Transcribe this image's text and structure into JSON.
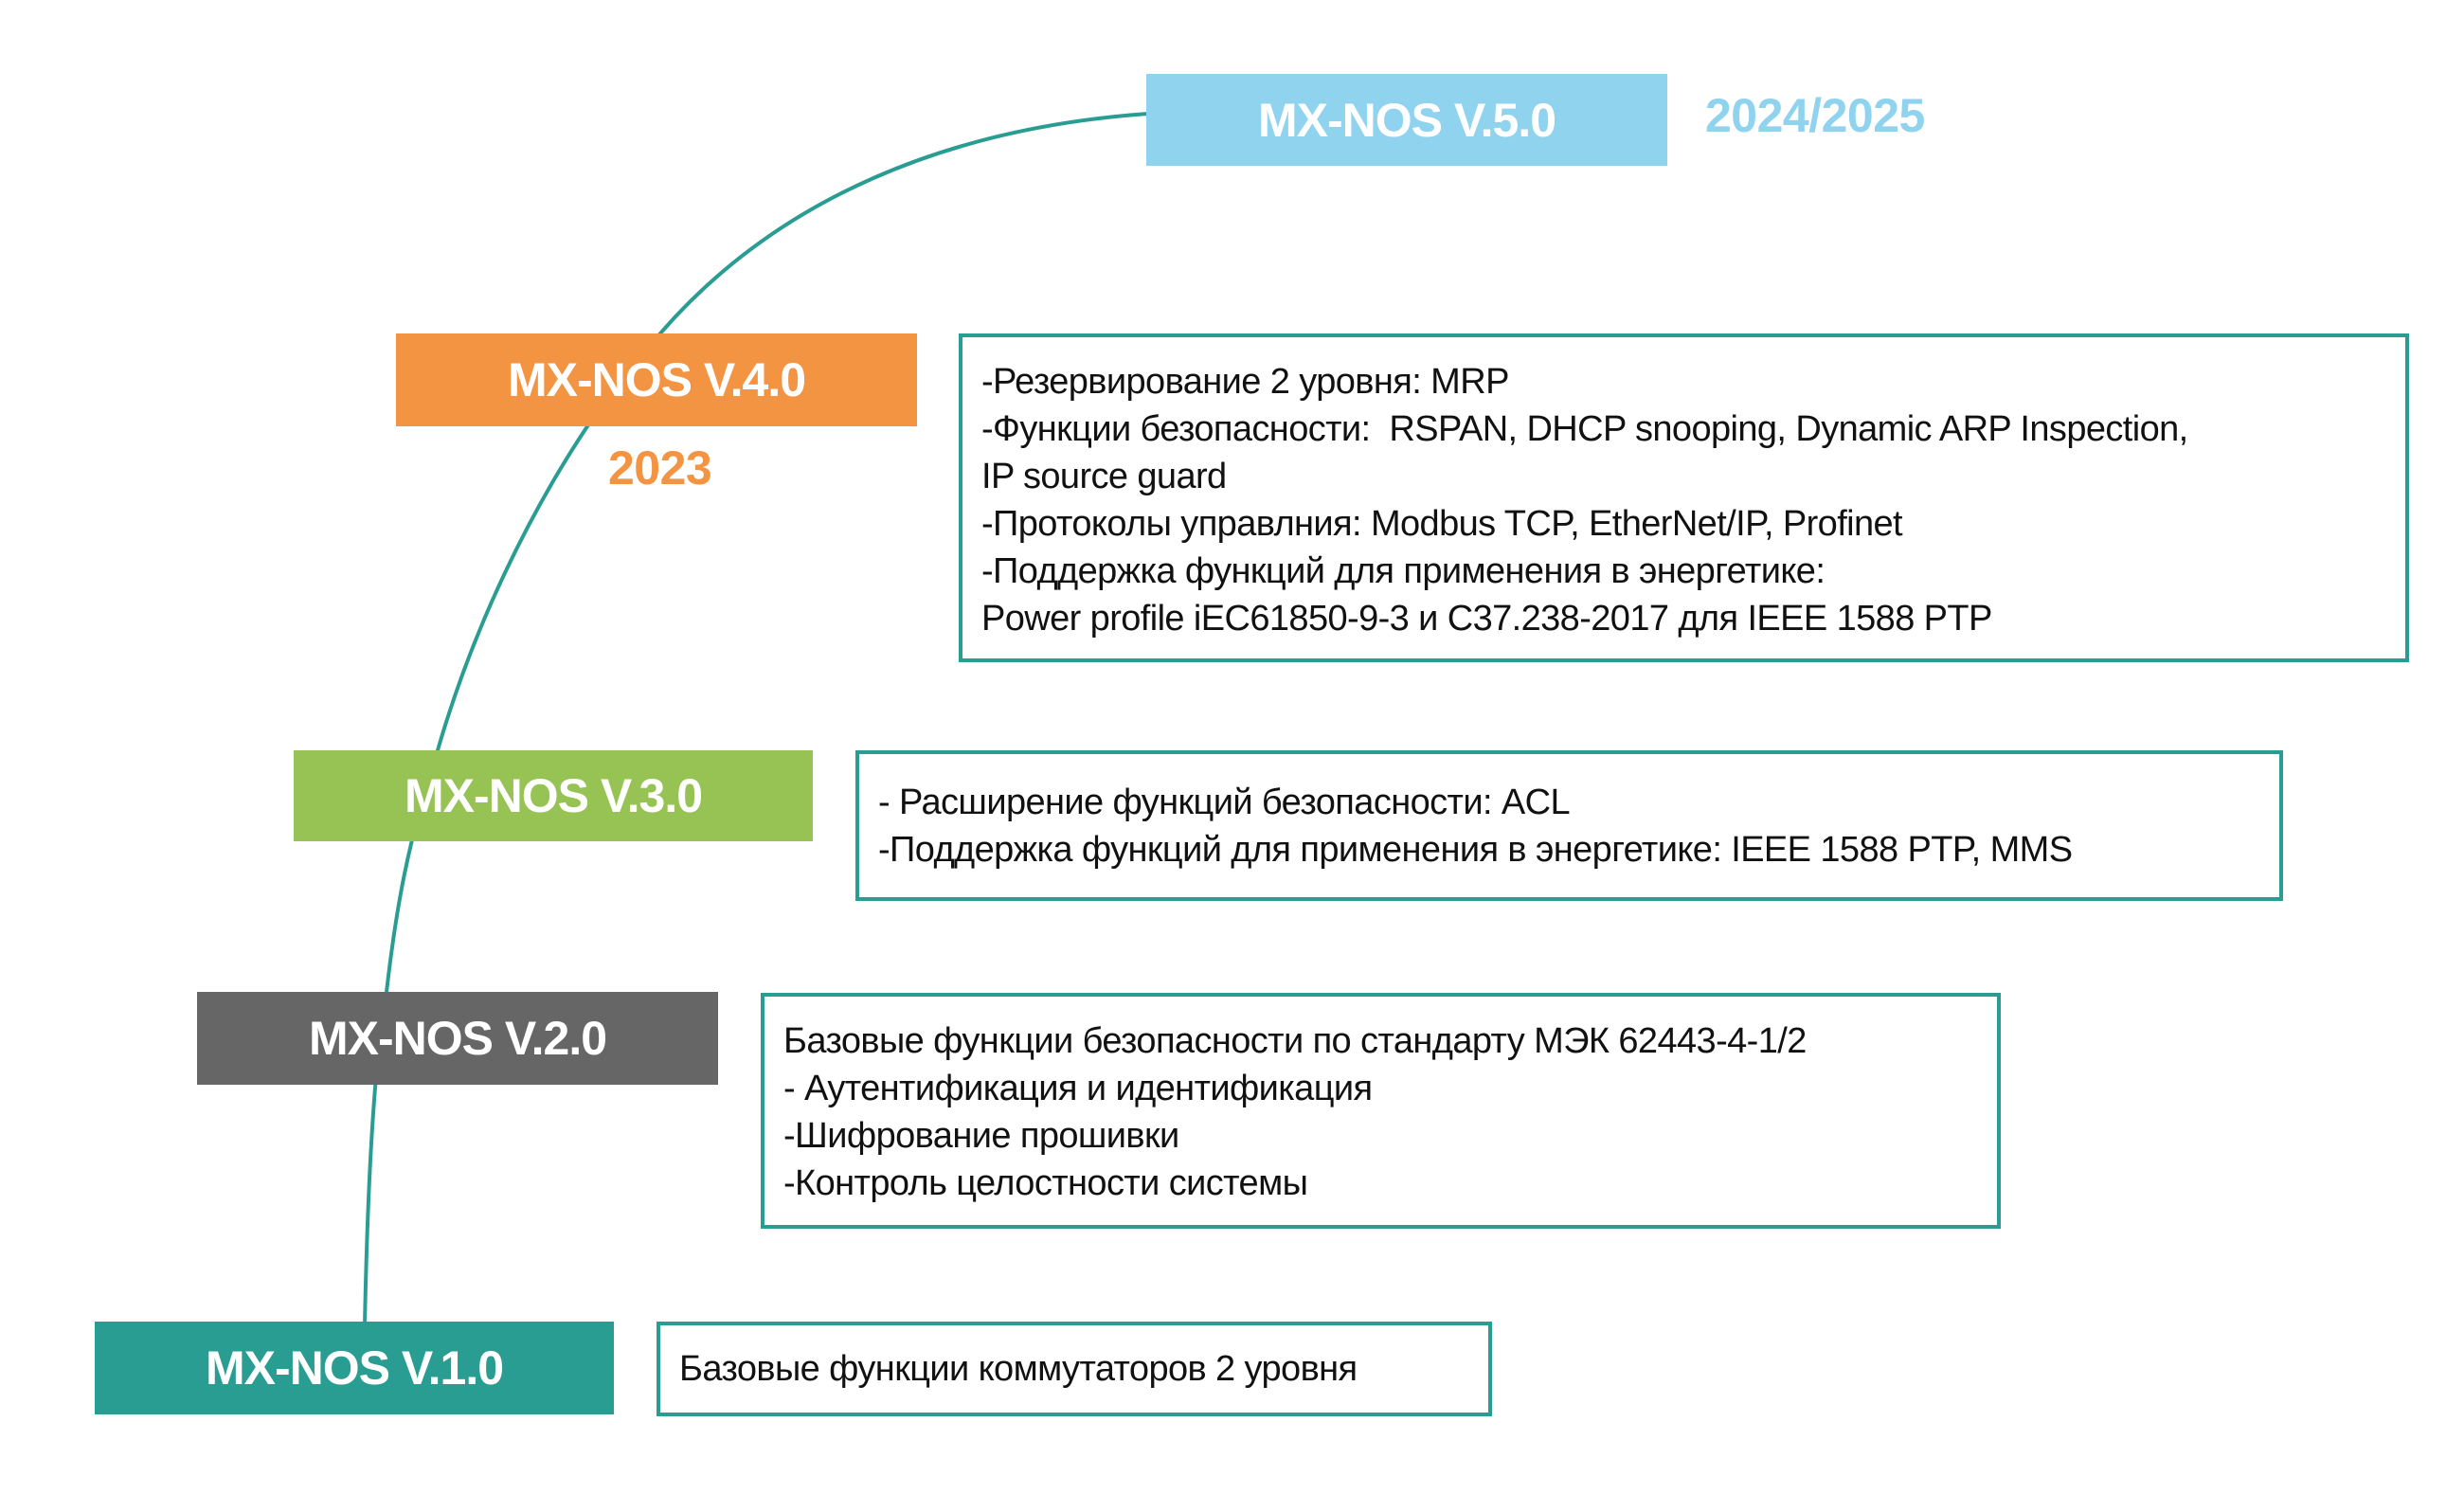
{
  "colors": {
    "line": "#2a9d92",
    "v5": "#8fd3ef",
    "v4": "#f39442",
    "v3": "#97c354",
    "v2": "#666666",
    "v1": "#2a9d92"
  },
  "versions": [
    {
      "label": "MX-NOS V.5.0",
      "year": "2024/2025"
    },
    {
      "label": "MX-NOS V.4.0",
      "year": "2023",
      "features": [
        "-Резервирование 2 уровня: MRP",
        "-Функции безопасности:  RSPAN, DHCP snooping, Dynamic ARP Inspection,",
        "IP source guard",
        "-Протоколы управлния: Modbus TCP, EtherNet/IP, Profinet",
        "-Поддержка функций для применения в энергетике:",
        "Power profile iEC61850-9-3 и C37.238-2017 для IEEE 1588 PTP"
      ]
    },
    {
      "label": "MX-NOS V.3.0",
      "features": [
        "- Расширение функций безопасности: ACL",
        "-Поддержка функций для применения в энергетике: IEEE 1588 PTP, MMS"
      ]
    },
    {
      "label": "MX-NOS V.2.0",
      "features": [
        "Базовые функции безопасности по стандарту МЭК 62443-4-1/2",
        "- Аутентификация и идентификация",
        "-Шифрование прошивки",
        "-Контроль целостности системы"
      ]
    },
    {
      "label": "MX-NOS V.1.0",
      "features": [
        "Базовые функции коммутаторов 2 уровня"
      ]
    }
  ]
}
